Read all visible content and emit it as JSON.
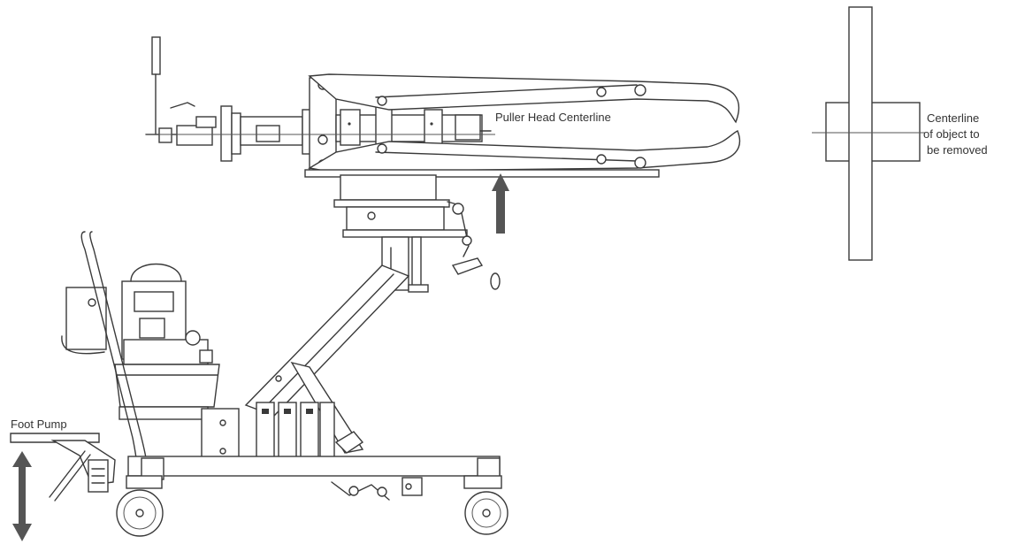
{
  "labels": {
    "puller_head_centerline": "Puller Head Centerline",
    "foot_pump": "Foot Pump",
    "centerline_line1": "Centerline",
    "centerline_line2": "of object to",
    "centerline_line3": "be removed"
  },
  "colors": {
    "line": "#3a3a3a",
    "arrow": "#555555",
    "background": "#ffffff"
  }
}
